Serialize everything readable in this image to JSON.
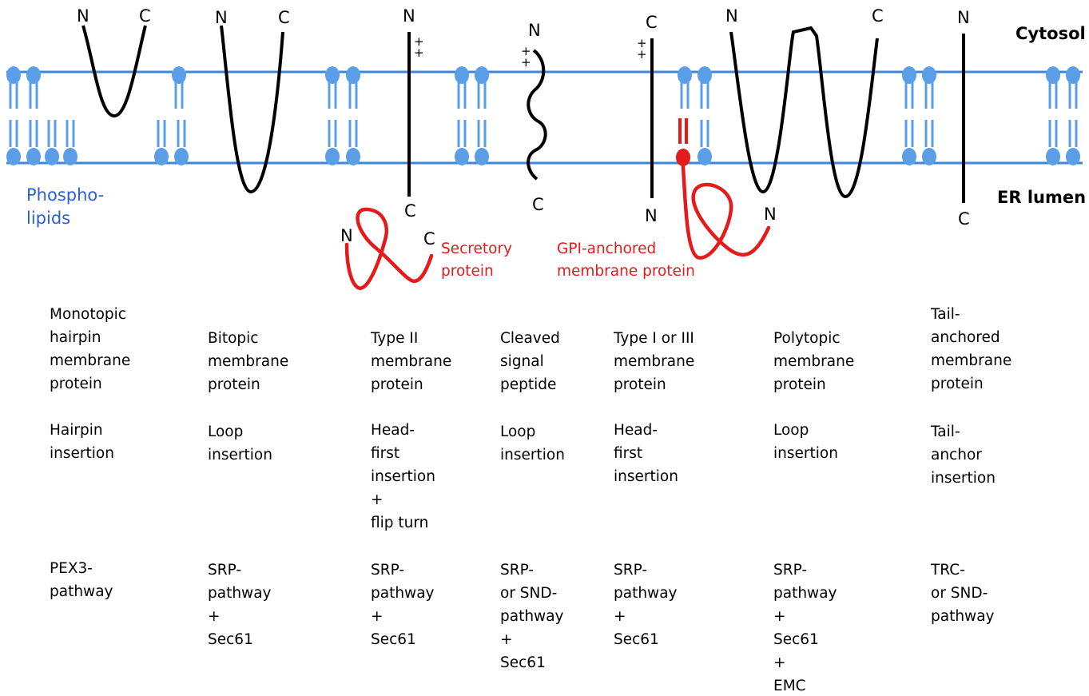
{
  "regions": {
    "cytosol": "Cytosol",
    "lumen": "ER lumen"
  },
  "phospholipids": [
    "Phospho-",
    "lipids"
  ],
  "termini": {
    "n": "N",
    "c": "C",
    "plus": "+"
  },
  "callouts": {
    "secretory": [
      "Secretory",
      "protein"
    ],
    "gpi": [
      "GPI-anchored",
      "membrane protein"
    ]
  },
  "colors": {
    "membrane": "#3f86d6",
    "lipid_head": "#5b9ee8",
    "protein": "#000000",
    "highlight": "#e31b1b",
    "phospholipid_label": "#2b5fd6"
  },
  "columns": [
    {
      "type": [
        "Monotopic",
        "hairpin",
        "membrane",
        "protein"
      ],
      "mechanism": [
        "Hairpin",
        "insertion"
      ],
      "pathway": [
        "PEX3-",
        "pathway"
      ]
    },
    {
      "type": [
        "Bitopic",
        "membrane",
        "protein"
      ],
      "mechanism": [
        "Loop",
        "insertion"
      ],
      "pathway": [
        "SRP-",
        "pathway",
        "+",
        "Sec61"
      ]
    },
    {
      "type": [
        "Type II",
        "membrane",
        "protein"
      ],
      "mechanism": [
        "Head-",
        "first",
        "insertion",
        "+",
        "flip turn"
      ],
      "pathway": [
        "SRP-",
        "pathway",
        "+",
        "Sec61"
      ]
    },
    {
      "type": [
        "Cleaved",
        "signal",
        "peptide"
      ],
      "mechanism": [
        "Loop",
        "insertion"
      ],
      "pathway": [
        "SRP-",
        "or SND-",
        "pathway",
        "+",
        "Sec61"
      ]
    },
    {
      "type": [
        "Type I or III",
        "membrane",
        "protein"
      ],
      "mechanism": [
        "Head-",
        "first",
        "insertion"
      ],
      "pathway": [
        "SRP-",
        "pathway",
        "+",
        "Sec61"
      ]
    },
    {
      "type": [
        "Polytopic",
        "membrane",
        "protein"
      ],
      "mechanism": [
        "Loop",
        "insertion"
      ],
      "pathway": [
        "SRP-",
        "pathway",
        "+",
        "Sec61",
        "+",
        "EMC"
      ]
    },
    {
      "type": [
        "Tail-",
        "anchored",
        "membrane",
        "protein"
      ],
      "mechanism": [
        "Tail-",
        "anchor",
        "insertion"
      ],
      "pathway": [
        "TRC-",
        "or SND-",
        "pathway"
      ]
    }
  ]
}
